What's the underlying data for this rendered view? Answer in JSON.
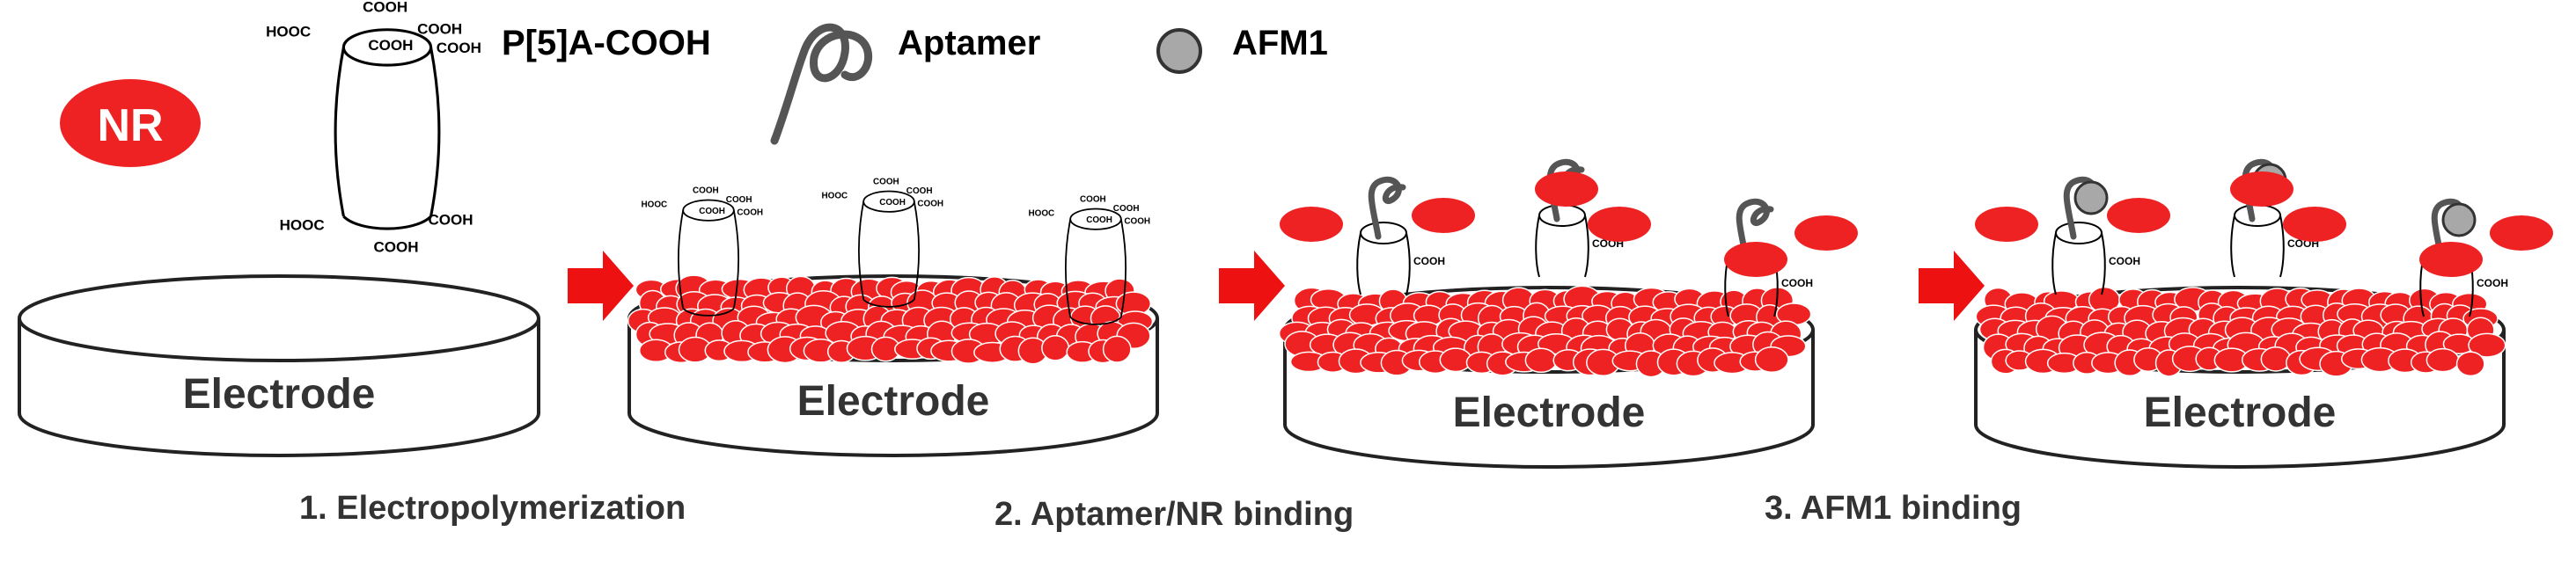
{
  "legend": {
    "nr_label": "NR",
    "p5a_label": "P[5]A-COOH",
    "aptamer_label": "Aptamer",
    "afm1_label": "AFM1"
  },
  "molecule": {
    "group": "COOH",
    "group_rev": "HOOC"
  },
  "electrodes": [
    "Electrode",
    "Electrode",
    "Electrode",
    "Electrode"
  ],
  "steps": [
    "1. Electropolymerization",
    "2. Aptamer/NR binding",
    "3. AFM1 binding"
  ],
  "colors": {
    "nr_red": "#ee2222",
    "arrow_red": "#ee1111",
    "afm1_gray": "#a8a8a8",
    "aptamer_gray": "#555555",
    "text": "#333333"
  }
}
